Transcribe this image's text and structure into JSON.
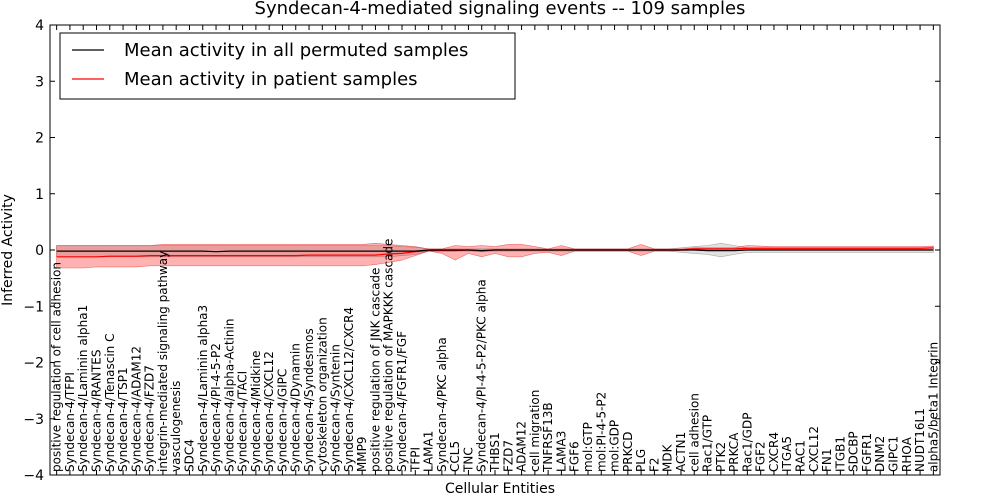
{
  "chart_data": {
    "type": "line",
    "title": "Syndecan-4-mediated signaling events -- 109 samples",
    "xlabel": "Cellular Entities",
    "ylabel": "Inferred Activity",
    "ylim": [
      -4,
      4
    ],
    "yticks": [
      "4",
      "3",
      "2",
      "1",
      "0",
      "−1",
      "−2",
      "−3",
      "−4"
    ],
    "ytick_values": [
      4,
      3,
      2,
      1,
      0,
      -1,
      -2,
      -3,
      -4
    ],
    "grid": false,
    "legend_placement": "top-left",
    "categories": [
      "positive regulation of cell adhesion",
      "Syndecan-4/TFPI",
      "Syndecan-4/Laminin alpha1",
      "Syndecan-4/RANTES",
      "Syndecan-4/Tenascin C",
      "Syndecan-4/TSP1",
      "Syndecan-4/ADAM12",
      "Syndecan-4/FZD7",
      "integrin-mediated signaling pathway",
      "vasculogenesis",
      "SDC4",
      "Syndecan-4/Laminin alpha3",
      "Syndecan-4/PI-4-5-P2",
      "Syndecan-4/alpha-Actinin",
      "Syndecan-4/TACI",
      "Syndecan-4/Midkine",
      "Syndecan-4/CXCL12",
      "Syndecan-4/GIPC",
      "Syndecan-4/Dynamin",
      "Syndecan-4/Syndesmos",
      "cytoskeleton organization",
      "Syndecan-4/Syntenin",
      "Syndecan-4/CXCL12/CXCR4",
      "MMP9",
      "positive regulation of JNK cascade",
      "positive regulation of MAPKKK cascade",
      "Syndecan-4/FGFR1/FGF",
      "TFPI",
      "LAMA1",
      "Syndecan-4/PKC alpha",
      "CCL5",
      "TNC",
      "Syndecan-4/PI-4-5-P2/PKC alpha",
      "THBS1",
      "FZD7",
      "ADAM12",
      "cell migration",
      "TNFRSF13B",
      "LAMA3",
      "FGF6",
      "mol:GTP",
      "mol:PI-4-5-P2",
      "mol:GDP",
      "PRKCD",
      "PLG",
      "F2",
      "MDK",
      "ACTN1",
      "cell adhesion",
      "Rac1/GTP",
      "PTK2",
      "PRKCA",
      "Rac1/GDP",
      "FGF2",
      "CXCR4",
      "ITGA5",
      "RAC1",
      "CXCL12",
      "FN1",
      "ITGB1",
      "SDCBP",
      "FGFR1",
      "DNM2",
      "GIPC1",
      "RHOA",
      "NUDT16L1",
      "alpha5/beta1 Integrin"
    ],
    "series": [
      {
        "name": "Mean activity in all permuted samples",
        "color": "#000000",
        "values": [
          -0.02,
          -0.02,
          -0.02,
          -0.02,
          -0.02,
          -0.02,
          -0.02,
          -0.02,
          -0.02,
          -0.02,
          -0.02,
          -0.02,
          -0.03,
          -0.02,
          -0.02,
          -0.02,
          -0.02,
          -0.02,
          -0.02,
          -0.02,
          -0.02,
          -0.02,
          -0.02,
          -0.02,
          -0.02,
          -0.02,
          -0.02,
          -0.02,
          0.0,
          0.0,
          0.0,
          0.0,
          -0.01,
          0.0,
          0.0,
          0.0,
          0.0,
          0.0,
          0.0,
          0.0,
          0.0,
          0.0,
          0.0,
          0.0,
          0.0,
          0.0,
          0.0,
          0.0,
          0.0,
          -0.01,
          -0.01,
          -0.01,
          0.0,
          0.0,
          0.0,
          0.0,
          0.0,
          0.0,
          0.0,
          0.0,
          0.0,
          0.0,
          0.0,
          0.0,
          0.0,
          0.0,
          0.0
        ],
        "band": {
          "lower": [
            -0.12,
            -0.12,
            -0.12,
            -0.12,
            -0.12,
            -0.12,
            -0.12,
            -0.12,
            -0.12,
            -0.12,
            -0.12,
            -0.12,
            -0.12,
            -0.12,
            -0.12,
            -0.12,
            -0.12,
            -0.12,
            -0.12,
            -0.12,
            -0.12,
            -0.12,
            -0.12,
            -0.12,
            -0.12,
            -0.12,
            -0.1,
            -0.08,
            -0.02,
            -0.02,
            -0.02,
            -0.02,
            -0.02,
            -0.02,
            -0.02,
            -0.02,
            -0.02,
            -0.02,
            -0.02,
            -0.02,
            -0.02,
            -0.02,
            -0.02,
            -0.02,
            -0.02,
            -0.02,
            -0.02,
            -0.04,
            -0.06,
            -0.08,
            -0.12,
            -0.08,
            -0.04,
            -0.04,
            -0.04,
            -0.04,
            -0.04,
            -0.04,
            -0.04,
            -0.04,
            -0.04,
            -0.04,
            -0.04,
            -0.04,
            -0.04,
            -0.04,
            -0.04
          ],
          "upper": [
            0.08,
            0.08,
            0.08,
            0.08,
            0.08,
            0.08,
            0.08,
            0.08,
            0.08,
            0.08,
            0.08,
            0.08,
            0.08,
            0.08,
            0.08,
            0.08,
            0.08,
            0.08,
            0.08,
            0.08,
            0.08,
            0.08,
            0.08,
            0.08,
            0.08,
            0.08,
            0.06,
            0.05,
            0.02,
            0.02,
            0.02,
            0.02,
            0.02,
            0.02,
            0.02,
            0.02,
            0.02,
            0.02,
            0.02,
            0.02,
            0.02,
            0.02,
            0.02,
            0.02,
            0.02,
            0.02,
            0.02,
            0.04,
            0.06,
            0.08,
            0.12,
            0.08,
            0.04,
            0.04,
            0.04,
            0.04,
            0.04,
            0.04,
            0.04,
            0.04,
            0.04,
            0.04,
            0.04,
            0.04,
            0.04,
            0.04,
            0.04
          ]
        }
      },
      {
        "name": "Mean activity in patient samples",
        "color": "#ff0000",
        "values": [
          -0.12,
          -0.12,
          -0.12,
          -0.12,
          -0.11,
          -0.11,
          -0.11,
          -0.1,
          -0.1,
          -0.1,
          -0.1,
          -0.1,
          -0.1,
          -0.1,
          -0.1,
          -0.1,
          -0.1,
          -0.1,
          -0.1,
          -0.09,
          -0.09,
          -0.09,
          -0.09,
          -0.09,
          -0.09,
          -0.07,
          -0.06,
          -0.03,
          -0.01,
          -0.01,
          -0.01,
          0.0,
          -0.02,
          0.0,
          0.0,
          0.0,
          0.0,
          0.0,
          0.0,
          0.0,
          0.0,
          0.0,
          0.0,
          0.0,
          0.0,
          0.0,
          0.0,
          0.0,
          0.02,
          0.02,
          0.02,
          0.02,
          0.03,
          0.03,
          0.03,
          0.03,
          0.03,
          0.03,
          0.03,
          0.03,
          0.03,
          0.03,
          0.03,
          0.03,
          0.03,
          0.03,
          0.04
        ],
        "band": {
          "lower": [
            -0.32,
            -0.32,
            -0.32,
            -0.3,
            -0.3,
            -0.3,
            -0.3,
            -0.28,
            -0.28,
            -0.28,
            -0.28,
            -0.28,
            -0.28,
            -0.28,
            -0.28,
            -0.28,
            -0.28,
            -0.28,
            -0.28,
            -0.28,
            -0.28,
            -0.28,
            -0.28,
            -0.28,
            -0.26,
            -0.22,
            -0.18,
            -0.1,
            -0.02,
            -0.06,
            -0.18,
            -0.06,
            -0.12,
            -0.06,
            -0.12,
            -0.12,
            -0.06,
            -0.04,
            -0.1,
            -0.02,
            -0.02,
            -0.02,
            -0.02,
            -0.02,
            -0.1,
            -0.02,
            -0.02,
            -0.01,
            0.0,
            0.0,
            0.0,
            0.0,
            0.0,
            0.0,
            0.0,
            0.0,
            0.0,
            0.0,
            0.0,
            0.0,
            0.0,
            0.0,
            0.0,
            0.0,
            0.0,
            0.0,
            0.0
          ],
          "upper": [
            0.08,
            0.08,
            0.08,
            0.08,
            0.08,
            0.08,
            0.08,
            0.08,
            0.1,
            0.1,
            0.1,
            0.1,
            0.1,
            0.1,
            0.1,
            0.1,
            0.1,
            0.1,
            0.1,
            0.1,
            0.1,
            0.1,
            0.1,
            0.1,
            0.12,
            0.1,
            0.08,
            0.06,
            0.02,
            0.02,
            0.08,
            0.06,
            0.08,
            0.06,
            0.1,
            0.1,
            0.06,
            0.02,
            0.08,
            0.02,
            0.02,
            0.02,
            0.02,
            0.02,
            0.1,
            0.02,
            0.02,
            0.02,
            0.04,
            0.04,
            0.04,
            0.04,
            0.08,
            0.07,
            0.06,
            0.06,
            0.06,
            0.06,
            0.06,
            0.06,
            0.06,
            0.06,
            0.06,
            0.06,
            0.06,
            0.06,
            0.07
          ]
        }
      }
    ]
  }
}
